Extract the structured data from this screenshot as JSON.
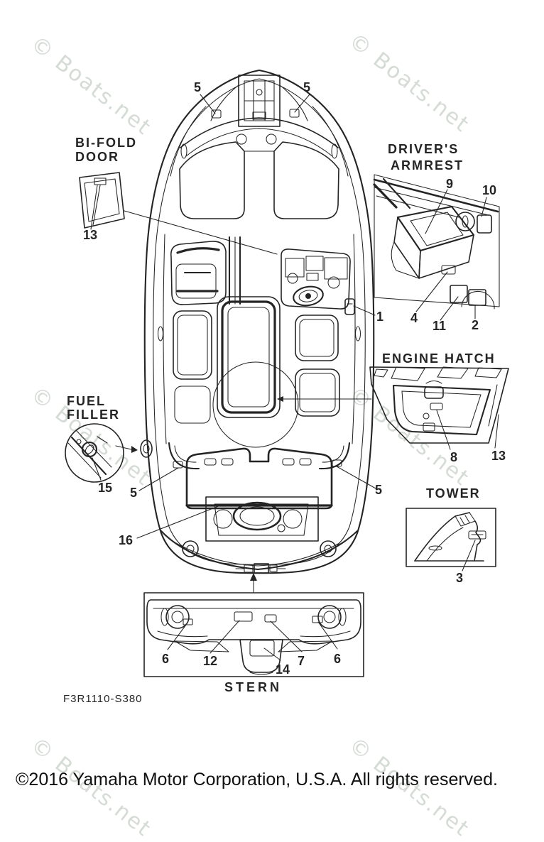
{
  "page": {
    "part_code": "F3R1110-S380",
    "copyright": "©2016 Yamaha Motor Corporation, U.S.A. All rights reserved.",
    "watermark_text": "© Boats.net"
  },
  "colors": {
    "ink": "#242424",
    "watermark": "#d5dbd5",
    "background": "#ffffff"
  },
  "sections": {
    "bifold_door": {
      "title_line1": "BI-FOLD",
      "title_line2": "DOOR"
    },
    "drivers_armrest": {
      "title_line1": "DRIVER'S",
      "title_line2": "ARMREST"
    },
    "engine_hatch": {
      "title": "ENGINE HATCH"
    },
    "tower": {
      "title": "TOWER"
    },
    "fuel_filler": {
      "title_line1": "FUEL",
      "title_line2": "FILLER"
    },
    "stern": {
      "title": "STERN"
    }
  },
  "callouts": {
    "bow_port_5": "5",
    "bow_stbd_5": "5",
    "bifold_13": "13",
    "armrest_9": "9",
    "armrest_10": "10",
    "armrest_4": "4",
    "armrest_11": "11",
    "armrest_2": "2",
    "hull_1": "1",
    "hatch_8": "8",
    "hatch_13": "13",
    "fuel_15": "15",
    "mid_port_5": "5",
    "mid_stbd_5": "5",
    "deck_16": "16",
    "tower_3": "3",
    "stern_6_left": "6",
    "stern_12": "12",
    "stern_14": "14",
    "stern_7": "7",
    "stern_6_right": "6"
  }
}
